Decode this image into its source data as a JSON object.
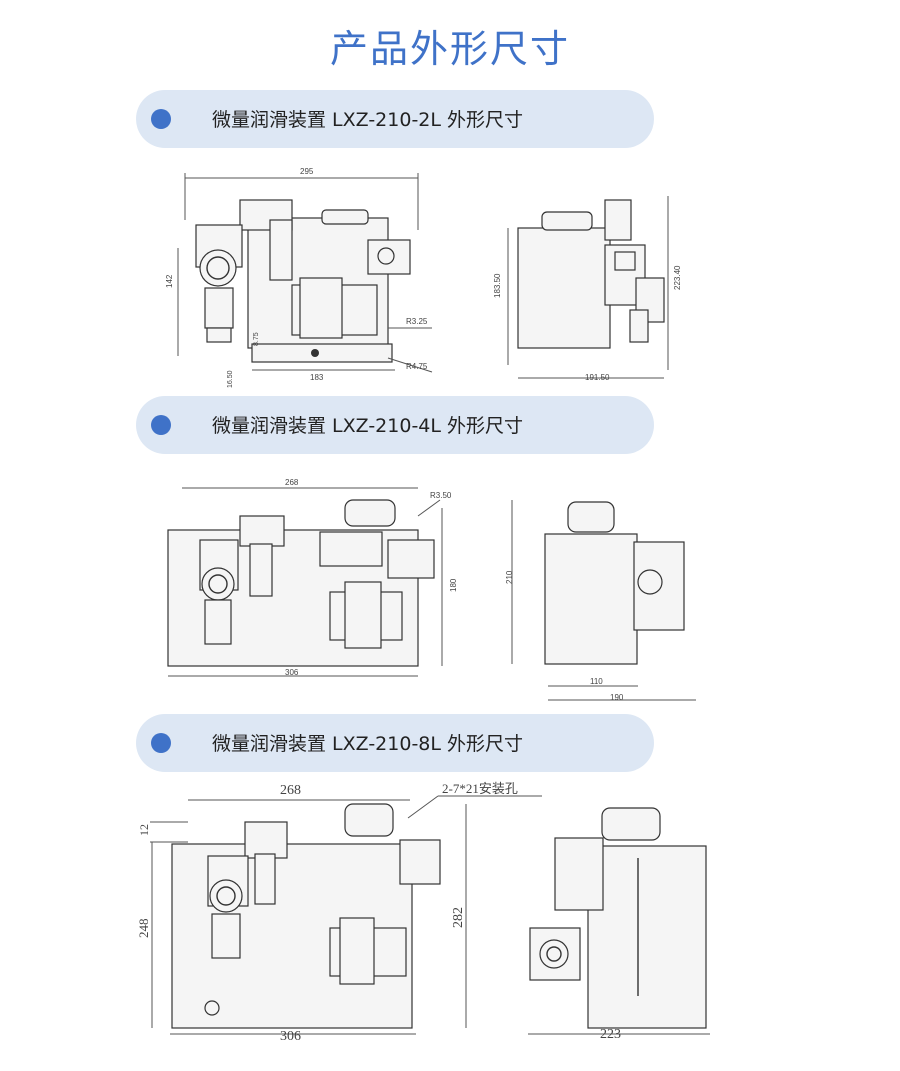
{
  "page": {
    "title": "产品外形尺寸"
  },
  "sections": [
    {
      "label": "微量润滑装置 LXZ-210-2L  外形尺寸"
    },
    {
      "label": "微量润滑装置 LXZ-210-4L  外形尺寸"
    },
    {
      "label": "微量润滑装置 LXZ-210-8L  外形尺寸"
    }
  ],
  "dims_2l": {
    "front_width": "295",
    "front_height": "142",
    "front_bottom": "183",
    "dim_875": "8.75",
    "dim_1650": "16.50",
    "radius_small": "R3.25",
    "radius_large": "R4.75",
    "side_height": "183.50",
    "side_total_height": "223.40",
    "side_width": "191.50"
  },
  "dims_4l": {
    "front_top": "268",
    "front_bottom": "306",
    "radius": "R3.50",
    "front_height": "180",
    "side_height": "210",
    "side_inner": "110",
    "side_width": "190"
  },
  "dims_8l": {
    "front_top": "268",
    "top_offset": "12",
    "front_height": "248",
    "total_height": "282",
    "front_bottom": "306",
    "holes": "2-7*21安装孔",
    "side_width": "223"
  }
}
